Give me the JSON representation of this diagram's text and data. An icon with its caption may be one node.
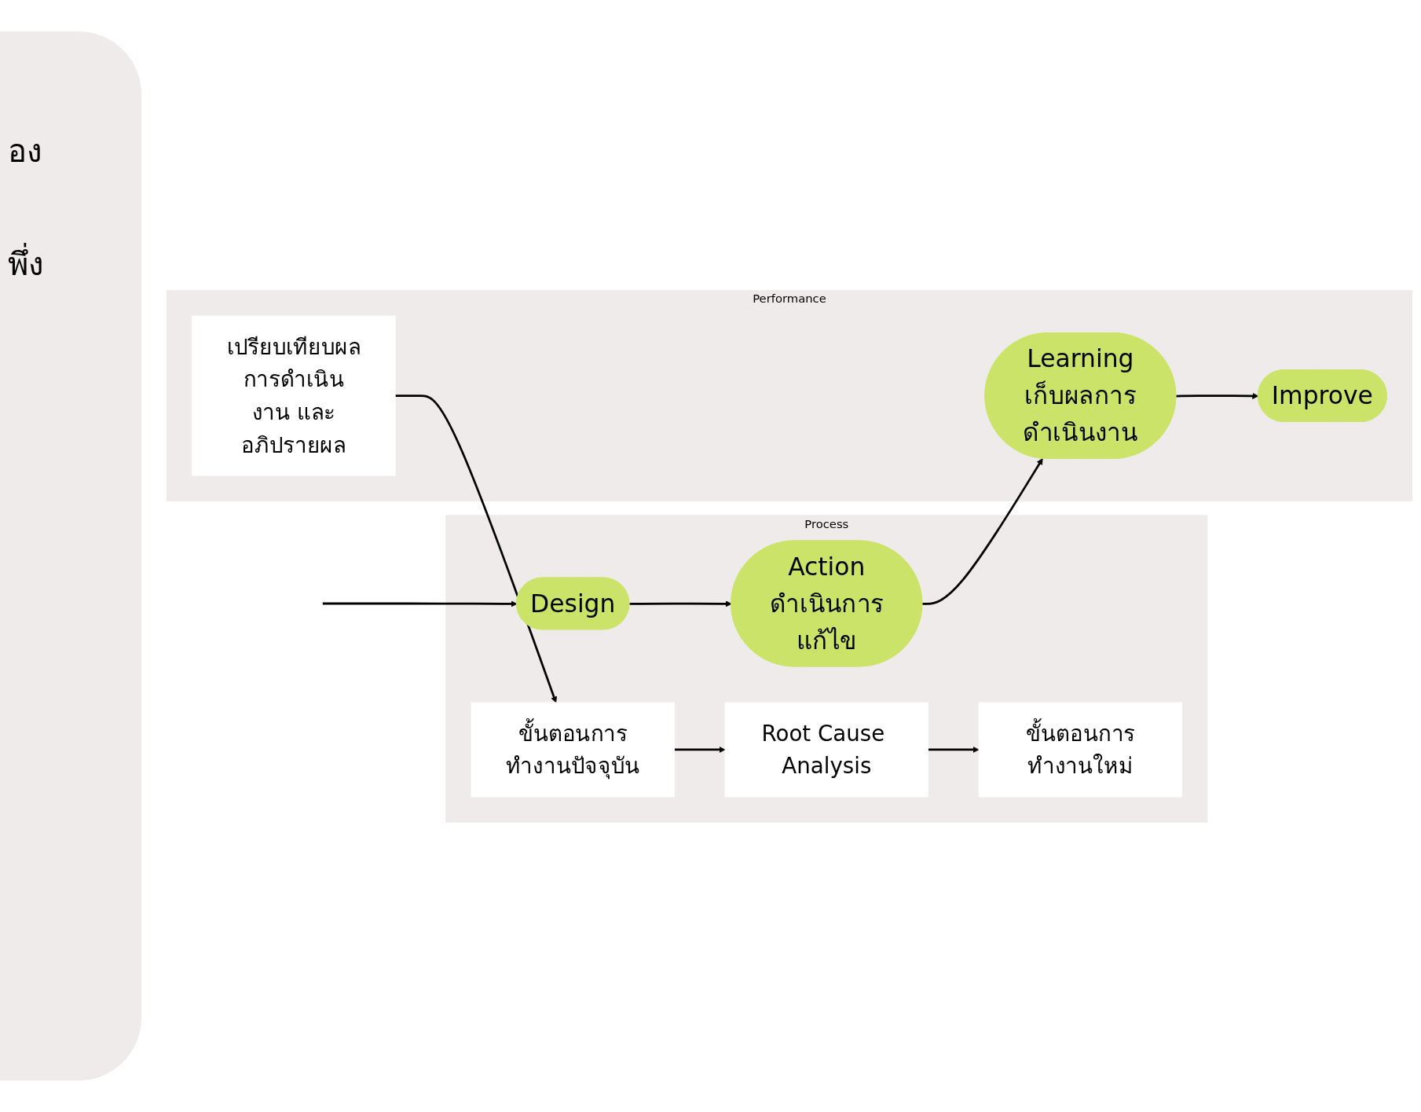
{
  "diagram": {
    "nodes": [
      {
        "text": [
          "Process"
        ]
      },
      {
        "text": [
          "Action",
          "ดำเนินการแก้ไข"
        ],
        "in": 0
      },
      {
        "text": [
          "Design"
        ],
        "in": 0
      },
      {
        "text": [
          "ขั้นตอนการทำงานปัจจุบัน"
        ],
        "in": 0
      },
      {
        "text": [
          "Root Cause Analysis"
        ],
        "in": 0
      },
      {
        "text": [
          "ขั้นตอนการทำงานใหม่"
        ],
        "in": 0
      },
      {
        "text": [
          "Performance"
        ]
      },
      {
        "text": [
          "Learning",
          "เก็บผลการดำเนินงาน"
        ],
        "in": 6
      },
      {
        "text": [
          "Improve"
        ],
        "in": 6
      },
      {
        "text": [
          "เปรียบเทียบผลการดำเนินงาน และอภิปรายผล"
        ],
        "in": 6
      }
    ],
    "edges": [
      {
        "from": null,
        "to": 2,
        "arrow": "to"
      },
      {
        "from": 2,
        "to": 1,
        "arrow": "to"
      },
      {
        "from": 1,
        "to": 7,
        "arrow": "to"
      },
      {
        "from": 7,
        "to": 8,
        "arrow": "to"
      },
      {
        "from": 9,
        "to": 3,
        "arrow": "to"
      },
      {
        "from": 3,
        "to": 4,
        "arrow": "to"
      },
      {
        "from": 4,
        "to": 5,
        "arrow": "to"
      }
    ],
    "labels": [
      "อง",
      "พึ่ง"
    ]
  }
}
